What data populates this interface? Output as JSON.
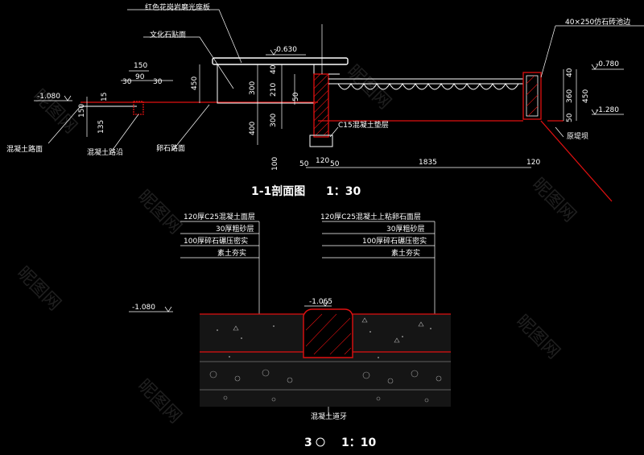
{
  "section_1": {
    "title": "1-1剖面图",
    "scale": "1：30",
    "labels": {
      "granite_cap": "红色花岗岩磨光座板",
      "cultural_stone": "文化石贴面",
      "fake_stone_edge": "40×250仿石砖池边",
      "concrete_road": "混凝土路面",
      "concrete_curb": "混凝土路沿",
      "pebble_road": "卵石路面",
      "c15_cushion": "C15混凝土垫层",
      "original_dam": "原堤坝"
    },
    "elevations": {
      "top": "-0.630",
      "left": "-1.080",
      "right_top": "-0.780",
      "right_bottom": "-1.280"
    },
    "dims": {
      "d150": "150",
      "d30a": "30",
      "d90": "90",
      "d30b": "30",
      "d450": "450",
      "d15": "15",
      "d150v": "150",
      "d135": "135",
      "d300a": "300",
      "d40": "40",
      "d210": "210",
      "d400": "400",
      "d300b": "300",
      "d50a": "50",
      "d100": "100",
      "d50b": "50",
      "d120a": "120",
      "d50c": "50",
      "d1835": "1835",
      "d120b": "120",
      "r40": "40",
      "r360": "360",
      "r450": "450",
      "r50": "50"
    }
  },
  "section_3": {
    "number": "3",
    "scale": "1：10",
    "left_layers": [
      "120厚C25混凝土面层",
      "30厚粗砂层",
      "100厚碎石碾压密实",
      "素土夯实"
    ],
    "right_layers": [
      "120厚C25混凝土上粘卵石面层",
      "30厚粗砂层",
      "100厚碎石碾压密实",
      "素土夯实"
    ],
    "elev_left": "-1.080",
    "elev_curb": "-1.065",
    "curb_label": "混凝土道牙"
  },
  "watermark": "昵图网"
}
